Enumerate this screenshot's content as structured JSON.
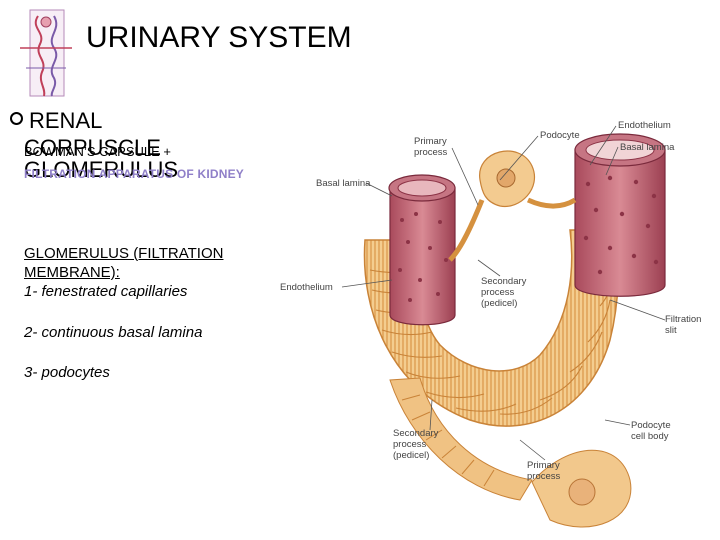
{
  "slide": {
    "title": "URINARY SYSTEM",
    "bullet": "RENAL",
    "corpuscle_line": "CORPUSCLE",
    "overlay_line": "BOWMAN’S CAPSULE +",
    "glomerulus_line": "GLOMERULUS",
    "purple_line": "FILTRATION APPARATUS OF KIDNEY",
    "membrane_heading_1": "GLOMERULUS (FILTRATION",
    "membrane_heading_2": "MEMBRANE):",
    "items": [
      "1- fenestrated capillaries",
      "2- continuous basal lamina",
      "3- podocytes"
    ]
  },
  "diagram": {
    "labels": {
      "primary_process_top": [
        "Primary",
        "process"
      ],
      "podocyte": "Podocyte",
      "endothelium_top": "Endothelium",
      "basal_lamina_right": "Basal lamina",
      "basal_lamina_left": "Basal lamina",
      "endothelium_left": "Endothelium",
      "secondary_process_mid": [
        "Secondary",
        "process",
        "(pedicel)"
      ],
      "filtration_slit": [
        "Filtration",
        "slit"
      ],
      "secondary_process_bottom": [
        "Secondary",
        "process",
        "(pedicel)"
      ],
      "primary_process_bottom": [
        "Primary",
        "process"
      ],
      "podocyte_cell_body": [
        "Podocyte",
        "cell body"
      ]
    },
    "colors": {
      "tissue": "#f3c889",
      "tissue_dark": "#d9953f",
      "capillary": "#b8606e",
      "capillary_dark": "#8c3346",
      "endothelium_pink": "#e8a0a8"
    }
  }
}
